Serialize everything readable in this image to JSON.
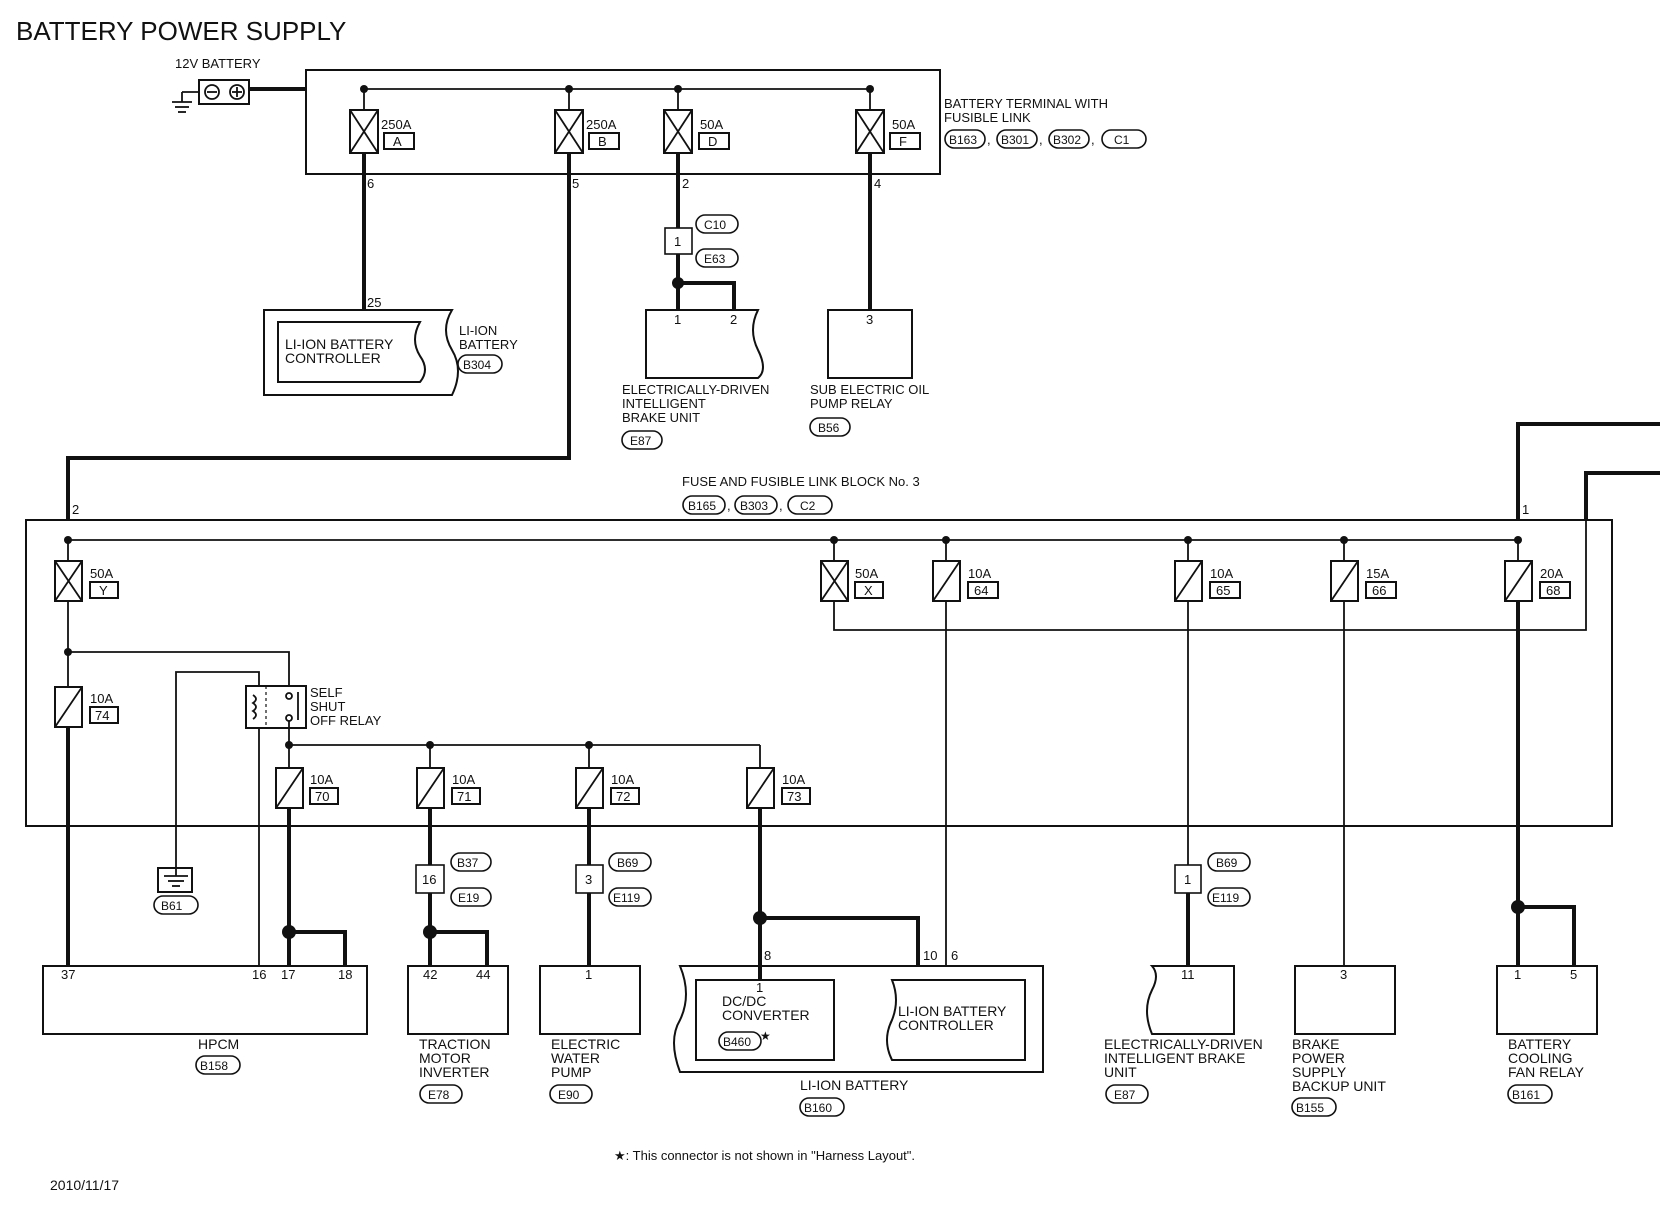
{
  "title": "BATTERY POWER SUPPLY",
  "date": "2010/11/17",
  "footnote": "★: This connector is not shown in \"Harness Layout\".",
  "battery": {
    "label": "12V BATTERY",
    "minus": "⊖",
    "plus": "⊕"
  },
  "fusible_link_block": {
    "name_line1": "BATTERY TERMINAL WITH",
    "name_line2": "FUSIBLE LINK",
    "connectors": [
      "B163",
      "B301",
      "B302",
      "C1"
    ],
    "links": [
      {
        "amp": "250A",
        "letter": "A",
        "pin": "6"
      },
      {
        "amp": "250A",
        "letter": "B",
        "pin": "5"
      },
      {
        "amp": "50A",
        "letter": "D",
        "pin": "2"
      },
      {
        "amp": "50A",
        "letter": "F",
        "pin": "4"
      }
    ]
  },
  "liion_top": {
    "inner_line1": "LI-ION BATTERY",
    "inner_line2": "CONTROLLER",
    "label_line1": "LI-ION",
    "label_line2": "BATTERY",
    "connector": "B304",
    "pin": "25"
  },
  "c10_junction": {
    "pin": "1",
    "conn_top": "C10",
    "conn_bottom": "E63"
  },
  "ebrake_top": {
    "label_line1": "ELECTRICALLY-DRIVEN",
    "label_line2": "INTELLIGENT",
    "label_line3": "BRAKE UNIT",
    "connector": "E87",
    "pins": [
      "1",
      "2"
    ]
  },
  "sub_oil": {
    "label_line1": "SUB ELECTRIC OIL",
    "label_line2": "PUMP RELAY",
    "connector": "B56",
    "pin": "3"
  },
  "fuse_block3": {
    "name": "FUSE AND FUSIBLE LINK BLOCK No. 3",
    "connectors": [
      "B165",
      "B303",
      "C2"
    ],
    "pin_left": "2",
    "pin_right": "1",
    "fuses": [
      {
        "amp": "50A",
        "id": "Y"
      },
      {
        "amp": "50A",
        "id": "X"
      },
      {
        "amp": "10A",
        "id": "64"
      },
      {
        "amp": "10A",
        "id": "65"
      },
      {
        "amp": "15A",
        "id": "66"
      },
      {
        "amp": "20A",
        "id": "68"
      },
      {
        "amp": "10A",
        "id": "74"
      },
      {
        "amp": "10A",
        "id": "70"
      },
      {
        "amp": "10A",
        "id": "71"
      },
      {
        "amp": "10A",
        "id": "72"
      },
      {
        "amp": "10A",
        "id": "73"
      }
    ],
    "relay_line1": "SELF",
    "relay_line2": "SHUT",
    "relay_line3": "OFF RELAY"
  },
  "ground": {
    "connector": "B61"
  },
  "junctions": [
    {
      "pin": "16",
      "top": "B37",
      "bottom": "E19"
    },
    {
      "pin": "3",
      "top": "B69",
      "bottom": "E119"
    },
    {
      "pin": "1",
      "top": "B69",
      "bottom": "E119"
    }
  ],
  "hpcm": {
    "name": "HPCM",
    "connector": "B158",
    "pins": [
      "37",
      "16",
      "17",
      "18"
    ]
  },
  "traction": {
    "line1": "TRACTION",
    "line2": "MOTOR",
    "line3": "INVERTER",
    "connector": "E78",
    "pins": [
      "42",
      "44"
    ]
  },
  "water_pump": {
    "line1": "ELECTRIC",
    "line2": "WATER",
    "line3": "PUMP",
    "connector": "E90",
    "pin": "1"
  },
  "liion_bottom": {
    "dcdc_line1": "DC/DC",
    "dcdc_line2": "CONVERTER",
    "dcdc_connector": "B460",
    "star": "★",
    "ctrl_line1": "LI-ION BATTERY",
    "ctrl_line2": "CONTROLLER",
    "name": "LI-ION BATTERY",
    "connector": "B160",
    "pins": [
      "1",
      "8",
      "10",
      "6"
    ]
  },
  "ebrake_bottom": {
    "line1": "ELECTRICALLY-DRIVEN",
    "line2": "INTELLIGENT BRAKE",
    "line3": "UNIT",
    "connector": "E87",
    "pin": "11"
  },
  "brake_backup": {
    "line1": "BRAKE",
    "line2": "POWER",
    "line3": "SUPPLY",
    "line4": "BACKUP UNIT",
    "connector": "B155",
    "pin": "3"
  },
  "fan_relay": {
    "line1": "BATTERY",
    "line2": "COOLING",
    "line3": "FAN RELAY",
    "connector": "B161",
    "pins": [
      "1",
      "5"
    ]
  }
}
